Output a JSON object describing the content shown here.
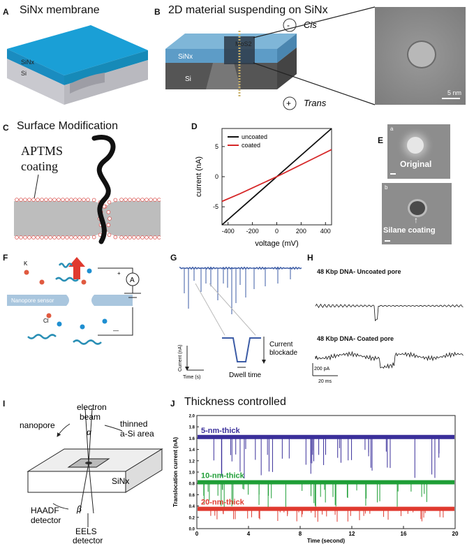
{
  "figure": {
    "panel_a": {
      "letter": "A",
      "title": "SiNx membrane",
      "layer_top": "SiNx",
      "layer_bottom": "Si"
    },
    "panel_b": {
      "letter": "B",
      "title": "2D material suspending on SiNx",
      "material": "MoS2",
      "membrane": "SiNx",
      "substrate": "Si",
      "cis_sign": "-",
      "cis": "Cis",
      "trans_sign": "+",
      "trans": "Trans",
      "scale": "5 nm"
    },
    "panel_c": {
      "letter": "C",
      "title": "Surface Modification",
      "coating_line1": "APTMS",
      "coating_line2": "coating"
    },
    "panel_d": {
      "letter": "D"
    },
    "panel_e": {
      "letter": "E",
      "sub_a": "a",
      "sub_b": "b",
      "label_a": "Original",
      "label_b": "Silane coating"
    },
    "panel_f": {
      "letter": "F",
      "k_ion": "K",
      "cl_ion": "Cl",
      "sensor": "Nanopore sensor",
      "ammeter": "A",
      "plus": "+",
      "minus": "—"
    },
    "panel_g": {
      "letter": "G",
      "y_axis": "Current (nA)",
      "x_axis": "Time (s)",
      "blockade_line1": "Current",
      "blockade_line2": "blockade",
      "dwell": "Dwell time"
    },
    "panel_h": {
      "letter": "H",
      "uncoated": "48 Kbp DNA- Uncoated pore",
      "coated": "48 Kbp DNA- Coated pore",
      "scale_y": "200 pA",
      "scale_x": "20 ms"
    },
    "panel_i": {
      "letter": "I",
      "beam_line1": "electron",
      "beam_line2": "beam",
      "alpha": "α",
      "nanopore": "nanopore",
      "thinned_line1": "thinned",
      "thinned_line2": "a-Si area",
      "sinx": "SiNx",
      "haadf_line1": "HAADF",
      "haadf_line2": "detector",
      "beta": "β",
      "eels_line1": "EELS",
      "eels_line2": "detector"
    },
    "panel_j": {
      "letter": "J",
      "title": "Thickness controlled"
    }
  },
  "chart_data": [
    {
      "type": "line",
      "panel": "D",
      "xlabel": "voltage (mV)",
      "ylabel": "current (nA)",
      "xlim": [
        -450,
        450
      ],
      "ylim": [
        -8,
        8
      ],
      "xticks": [
        -400,
        -200,
        0,
        200,
        400
      ],
      "yticks": [
        -5,
        0,
        5
      ],
      "legend_position": "top-left",
      "series": [
        {
          "name": "uncoated",
          "color": "#111111",
          "x": [
            -450,
            450
          ],
          "y": [
            -8.3,
            8.3
          ]
        },
        {
          "name": "coated",
          "color": "#d62728",
          "x": [
            -450,
            -300,
            -150,
            0,
            150,
            300,
            450
          ],
          "y": [
            -4.1,
            -2.8,
            -1.4,
            0,
            1.5,
            3.0,
            4.5
          ]
        }
      ]
    },
    {
      "type": "line",
      "panel": "J",
      "xlabel": "Time (second)",
      "ylabel": "Translocation current (nA)",
      "xlim": [
        0,
        20
      ],
      "ylim": [
        0,
        2.0
      ],
      "xticks": [
        0,
        4,
        8,
        12,
        16,
        20
      ],
      "yticks": [
        0.0,
        0.2,
        0.4,
        0.6,
        0.8,
        1.0,
        1.2,
        1.4,
        1.6,
        1.8,
        2.0
      ],
      "series": [
        {
          "name": "5-nm-thick",
          "color": "#3a2f9a",
          "baseline": 1.62,
          "event_min": 0.88
        },
        {
          "name": "10-nm-thick",
          "color": "#1e9e36",
          "baseline": 0.82,
          "event_min": 0.36
        },
        {
          "name": "20-nm-thick",
          "color": "#e03a2f",
          "baseline": 0.35,
          "event_min": 0.12
        }
      ]
    }
  ]
}
